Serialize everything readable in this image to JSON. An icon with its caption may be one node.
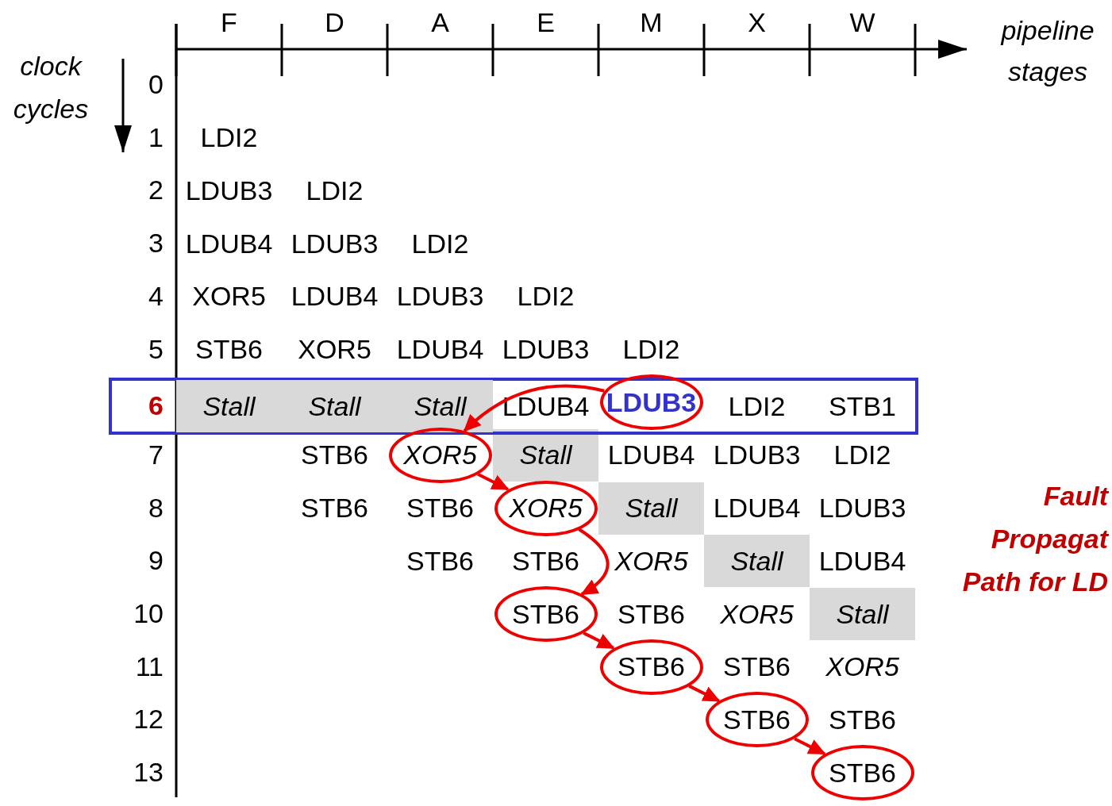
{
  "diagram": {
    "nodes": [
      {
        "text": [
          "6",
          "Stall",
          "Stall",
          "Stall",
          "LDUB4",
          "LDI2",
          "STB1"
        ]
      },
      {
        "text": [
          "LDUB3"
        ],
        "in": 0
      },
      {
        "text": [
          "XOR5"
        ]
      },
      {
        "text": [
          "XOR5"
        ]
      },
      {
        "text": [
          "STB6"
        ]
      },
      {
        "text": [
          "STB6"
        ]
      },
      {
        "text": [
          "STB6"
        ]
      },
      {
        "text": [
          "STB6"
        ]
      }
    ],
    "edges": [
      {
        "from": 1,
        "to": 2,
        "arrow": "to"
      },
      {
        "from": 2,
        "to": 3,
        "arrow": "to"
      },
      {
        "from": 3,
        "to": 4,
        "arrow": "to"
      },
      {
        "from": 4,
        "to": 5,
        "arrow": "to"
      },
      {
        "from": 5,
        "to": 6,
        "arrow": "to"
      },
      {
        "from": 6,
        "to": 7,
        "arrow": "to"
      }
    ],
    "labels": [
      "F",
      "D",
      "A",
      "E",
      "M",
      "X",
      "W",
      "pipeline stages",
      "clock cycles",
      "0",
      "1",
      "LDI2",
      "2",
      "LDUB3",
      "LDI2",
      "3",
      "LDUB4",
      "LDUB3",
      "LDI2",
      "4",
      "XOR5",
      "LDUB4",
      "LDUB3",
      "LDI2",
      "5",
      "STB6",
      "XOR5",
      "LDUB4",
      "LDUB3",
      "LDI2",
      "7",
      "STB6",
      "Stall",
      "LDUB4",
      "LDUB3",
      "LDI2",
      "8",
      "STB6",
      "STB6",
      "Stall",
      "LDUB4",
      "LDUB3",
      "9",
      "STB6",
      "STB6",
      "XOR5",
      "Stall",
      "LDUB4",
      "10",
      "STB6",
      "XOR5",
      "Stall",
      "11",
      "STB6",
      "XOR5",
      "12",
      "STB6",
      "13",
      "Fault Propagat Path for LD"
    ]
  }
}
